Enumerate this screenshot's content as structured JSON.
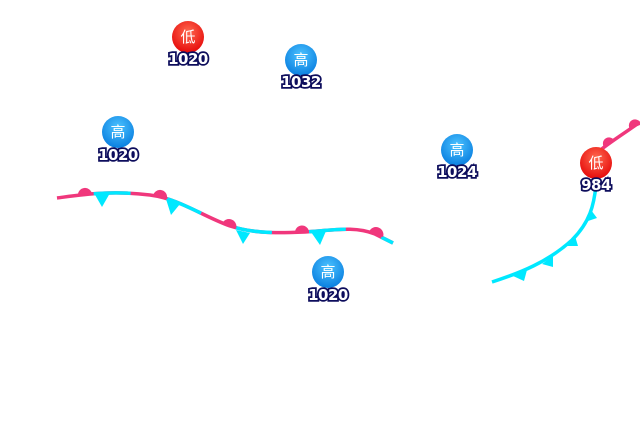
{
  "colors": {
    "warm_front": "#f0377c",
    "cold_front": "#00e8ff",
    "high_center": "#1e9bf0",
    "low_center": "#f51f1f",
    "label_outline": "#0d0d5c"
  },
  "systems": [
    {
      "type": "low",
      "symbol": "低",
      "pressure": "1020"
    },
    {
      "type": "high",
      "symbol": "高",
      "pressure": "1032"
    },
    {
      "type": "high",
      "symbol": "高",
      "pressure": "1020"
    },
    {
      "type": "high",
      "symbol": "高",
      "pressure": "1024"
    },
    {
      "type": "low",
      "symbol": "低",
      "pressure": "984"
    },
    {
      "type": "high",
      "symbol": "高",
      "pressure": "1020"
    }
  ],
  "fronts": [
    {
      "type": "stationary"
    },
    {
      "type": "cold"
    },
    {
      "type": "warm"
    }
  ]
}
